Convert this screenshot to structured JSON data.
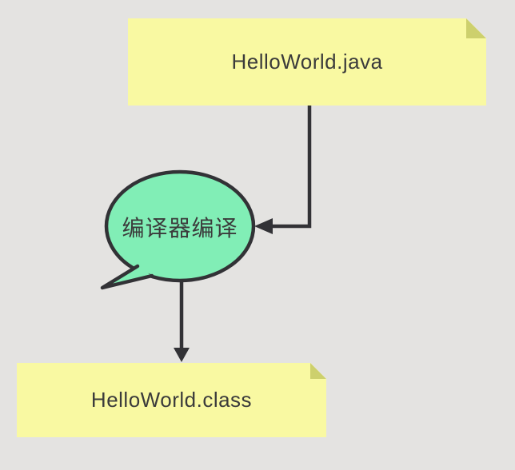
{
  "canvas": {
    "background": "#e4e3e1"
  },
  "colors": {
    "note_fill": "#f9f9a2",
    "note_fold": "#cdd06d",
    "bubble_fill": "#81eeb6",
    "line": "#323236",
    "text": "#3b3b3b"
  },
  "nodes": {
    "java_note": {
      "type": "sticky-note",
      "label": "HelloWorld.java"
    },
    "compiler_bubble": {
      "type": "speech-bubble",
      "label": "编译器编译"
    },
    "class_note": {
      "type": "sticky-note",
      "label": "HelloWorld.class"
    }
  },
  "edges": [
    {
      "from": "java_note",
      "to": "compiler_bubble",
      "style": "elbow-arrow"
    },
    {
      "from": "compiler_bubble",
      "to": "class_note",
      "style": "straight-arrow"
    }
  ]
}
